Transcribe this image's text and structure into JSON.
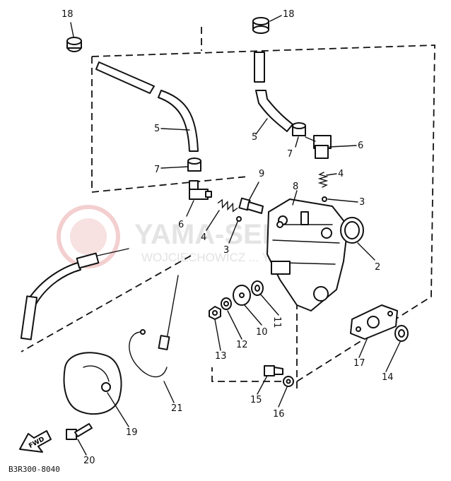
{
  "watermark": {
    "brand": "YAMA-SERV.PL",
    "sub": "WOJCIECHOWICZ ... YAMAHA"
  },
  "parts": [
    {
      "id": "18a",
      "label": "18"
    },
    {
      "id": "18b",
      "label": "18"
    },
    {
      "id": "5a",
      "label": "5"
    },
    {
      "id": "5b",
      "label": "5"
    },
    {
      "id": "7a",
      "label": "7"
    },
    {
      "id": "7b",
      "label": "7"
    },
    {
      "id": "6a",
      "label": "6"
    },
    {
      "id": "6b",
      "label": "6"
    },
    {
      "id": "4a",
      "label": "4"
    },
    {
      "id": "4b",
      "label": "4"
    },
    {
      "id": "3a",
      "label": "3"
    },
    {
      "id": "3b",
      "label": "3"
    },
    {
      "id": "9",
      "label": "9"
    },
    {
      "id": "8",
      "label": "8"
    },
    {
      "id": "2",
      "label": "2"
    },
    {
      "id": "10",
      "label": "10"
    },
    {
      "id": "11",
      "label": "11"
    },
    {
      "id": "12",
      "label": "12"
    },
    {
      "id": "13",
      "label": "13"
    },
    {
      "id": "14",
      "label": "14"
    },
    {
      "id": "15",
      "label": "15"
    },
    {
      "id": "16",
      "label": "16"
    },
    {
      "id": "17",
      "label": "17"
    },
    {
      "id": "19",
      "label": "19"
    },
    {
      "id": "20",
      "label": "20"
    },
    {
      "id": "21",
      "label": "21"
    }
  ],
  "fwd_label": "FWD",
  "catalog_code": "B3R300-8040"
}
